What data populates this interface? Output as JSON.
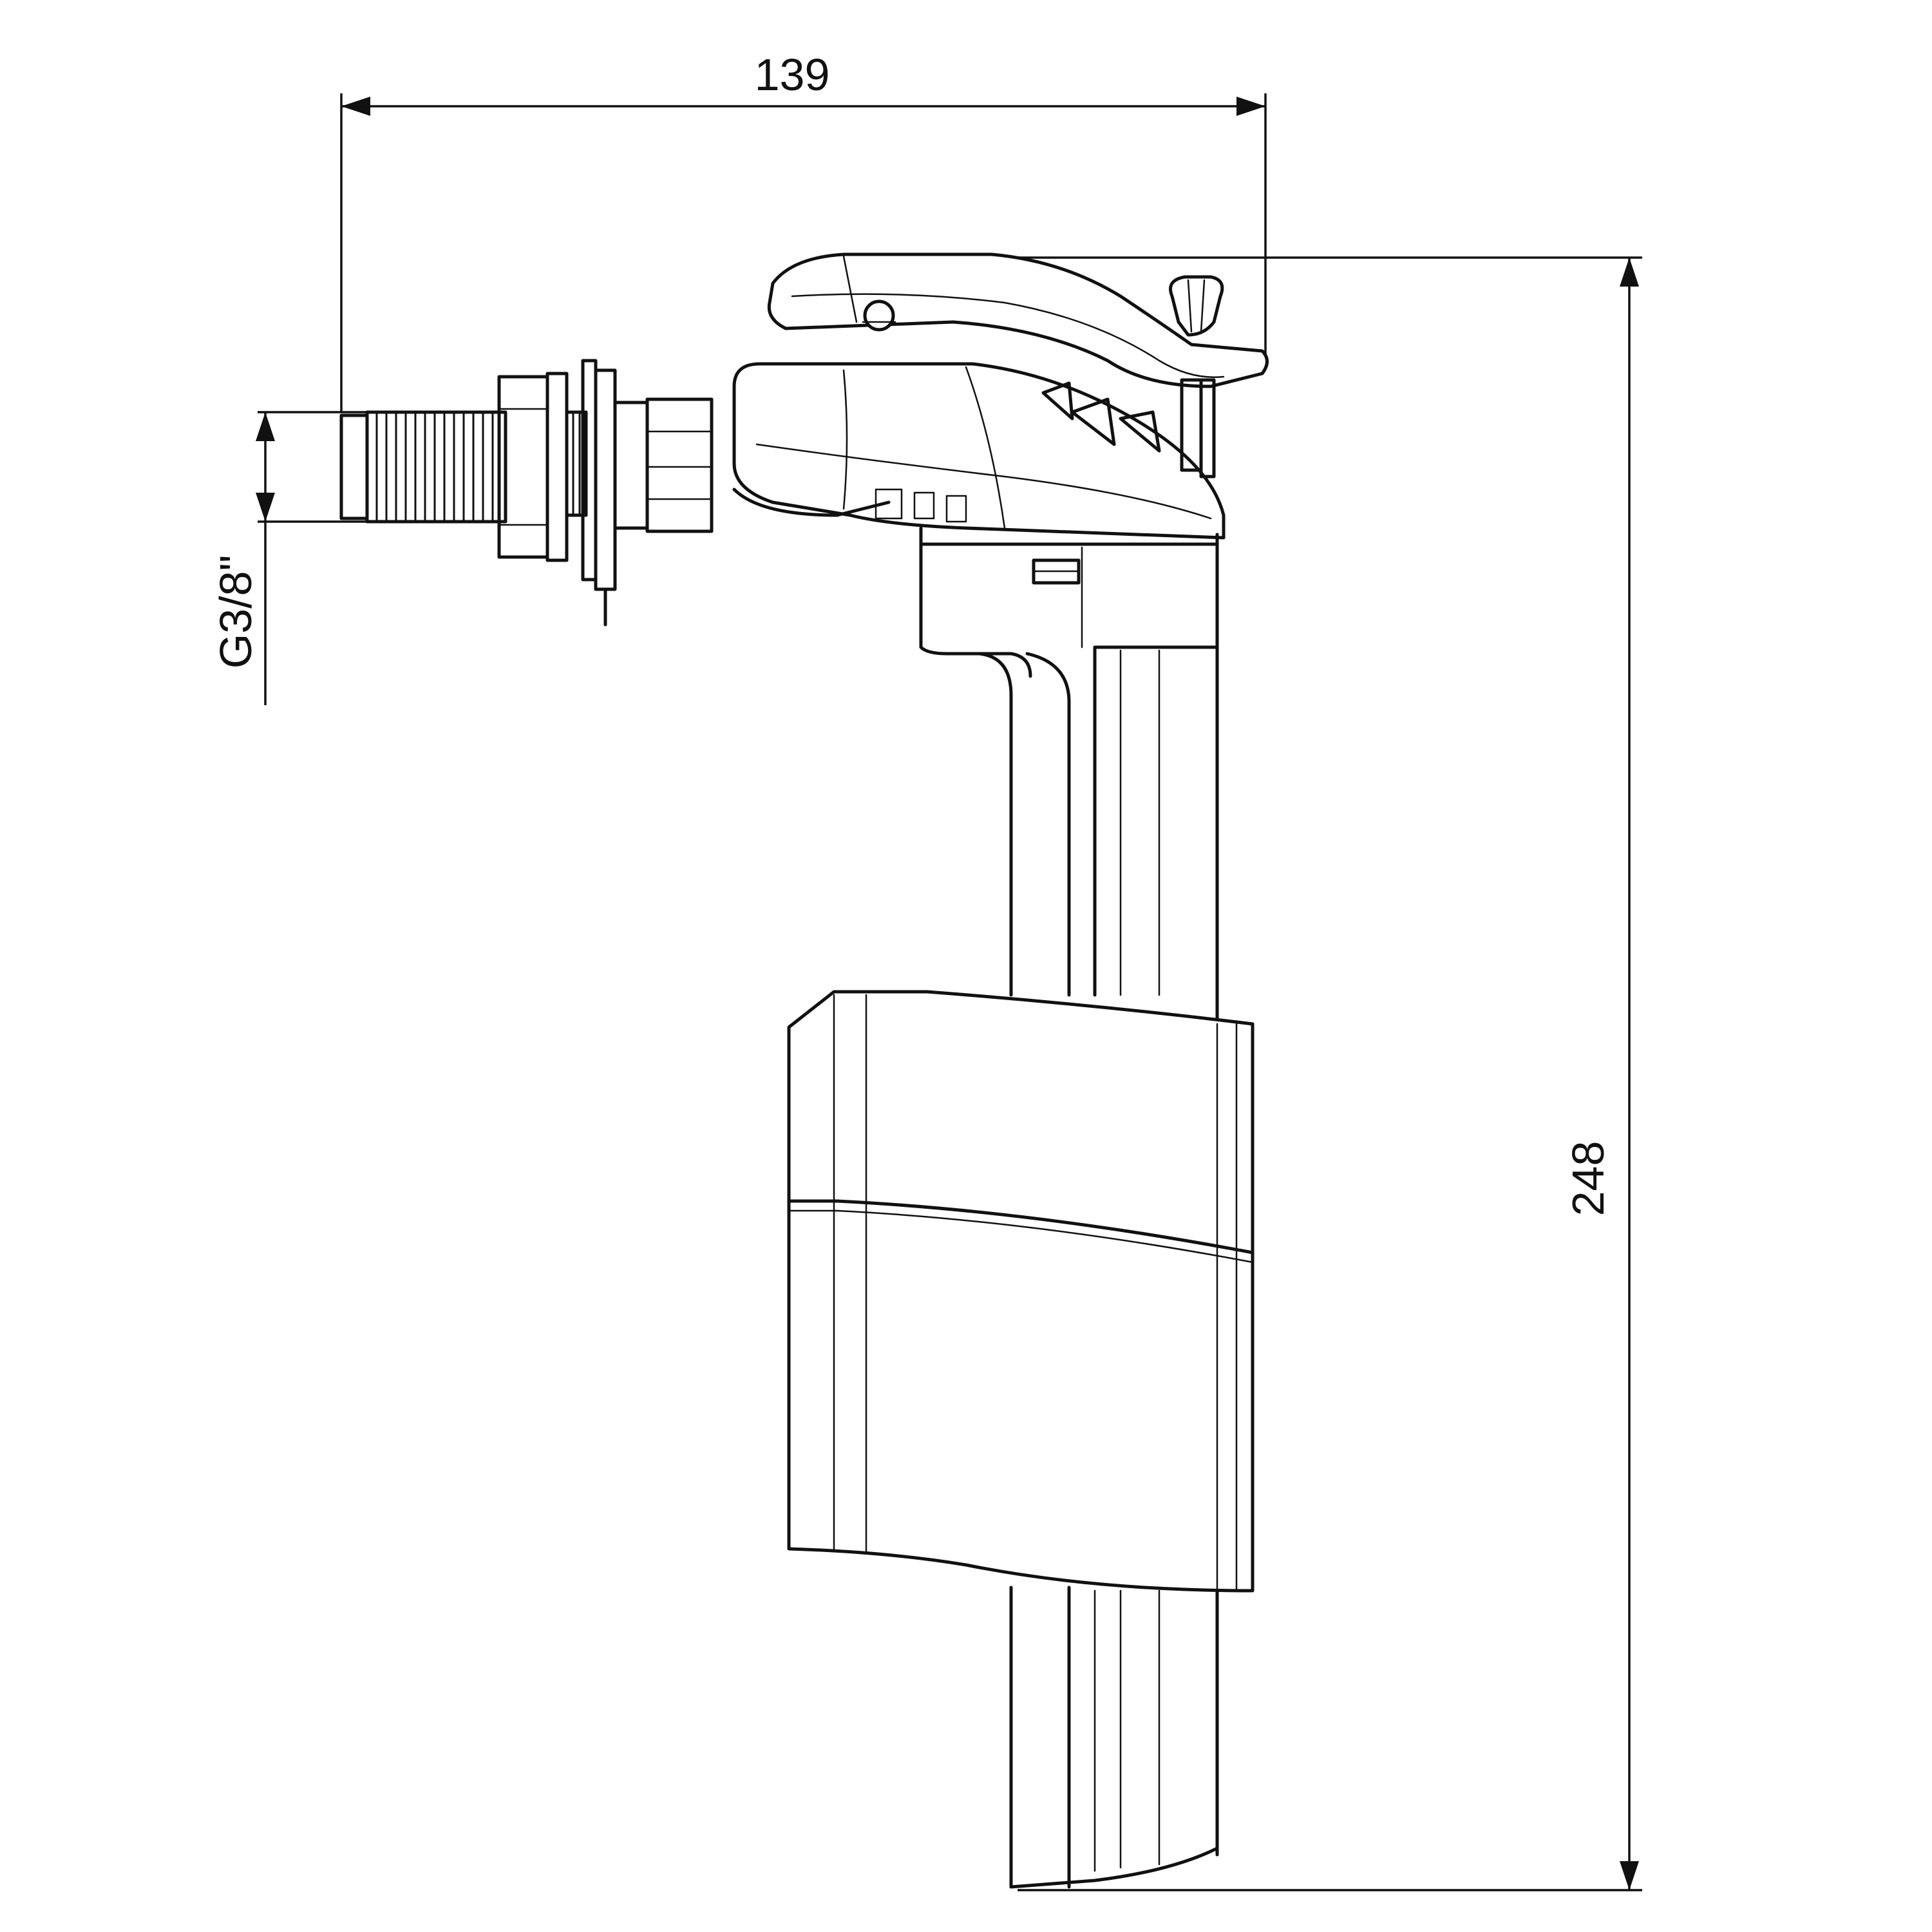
{
  "dimensions": {
    "width_label": "139",
    "height_label": "248",
    "thread_label": "G3/8\""
  },
  "colors": {
    "line": "#111111",
    "background": "#ffffff"
  }
}
